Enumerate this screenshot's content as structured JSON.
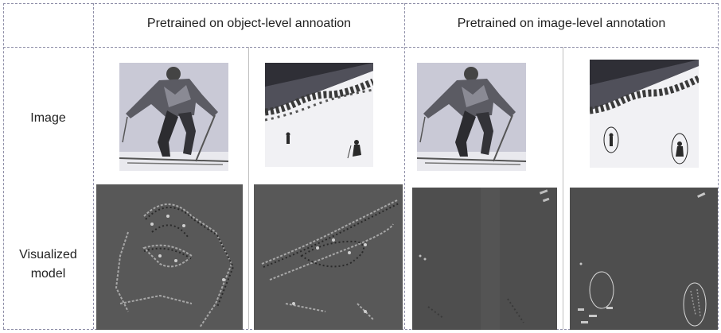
{
  "header": {
    "col_group_1": "Pretrained on object-level annoation",
    "col_group_2": "Pretrained on image-level annotation"
  },
  "rows": {
    "image_label": "Image",
    "visualized_label_line1": "Visualized",
    "visualized_label_line2": "model"
  },
  "panels": [
    {
      "image": "skier-closeup",
      "visualization": "dense-edge-response"
    },
    {
      "image": "two-skiers-slope",
      "visualization": "dense-edge-response"
    },
    {
      "image": "skier-closeup",
      "visualization": "sparse-response"
    },
    {
      "image": "two-skiers-slope-circled",
      "visualization": "sparse-response-circled"
    }
  ],
  "colors": {
    "frame_dashed": "#8f8fa8",
    "divider_solid": "#bfbfbf",
    "visualization_bg": "#555555",
    "annotation_circle": "#d8d8d8"
  }
}
